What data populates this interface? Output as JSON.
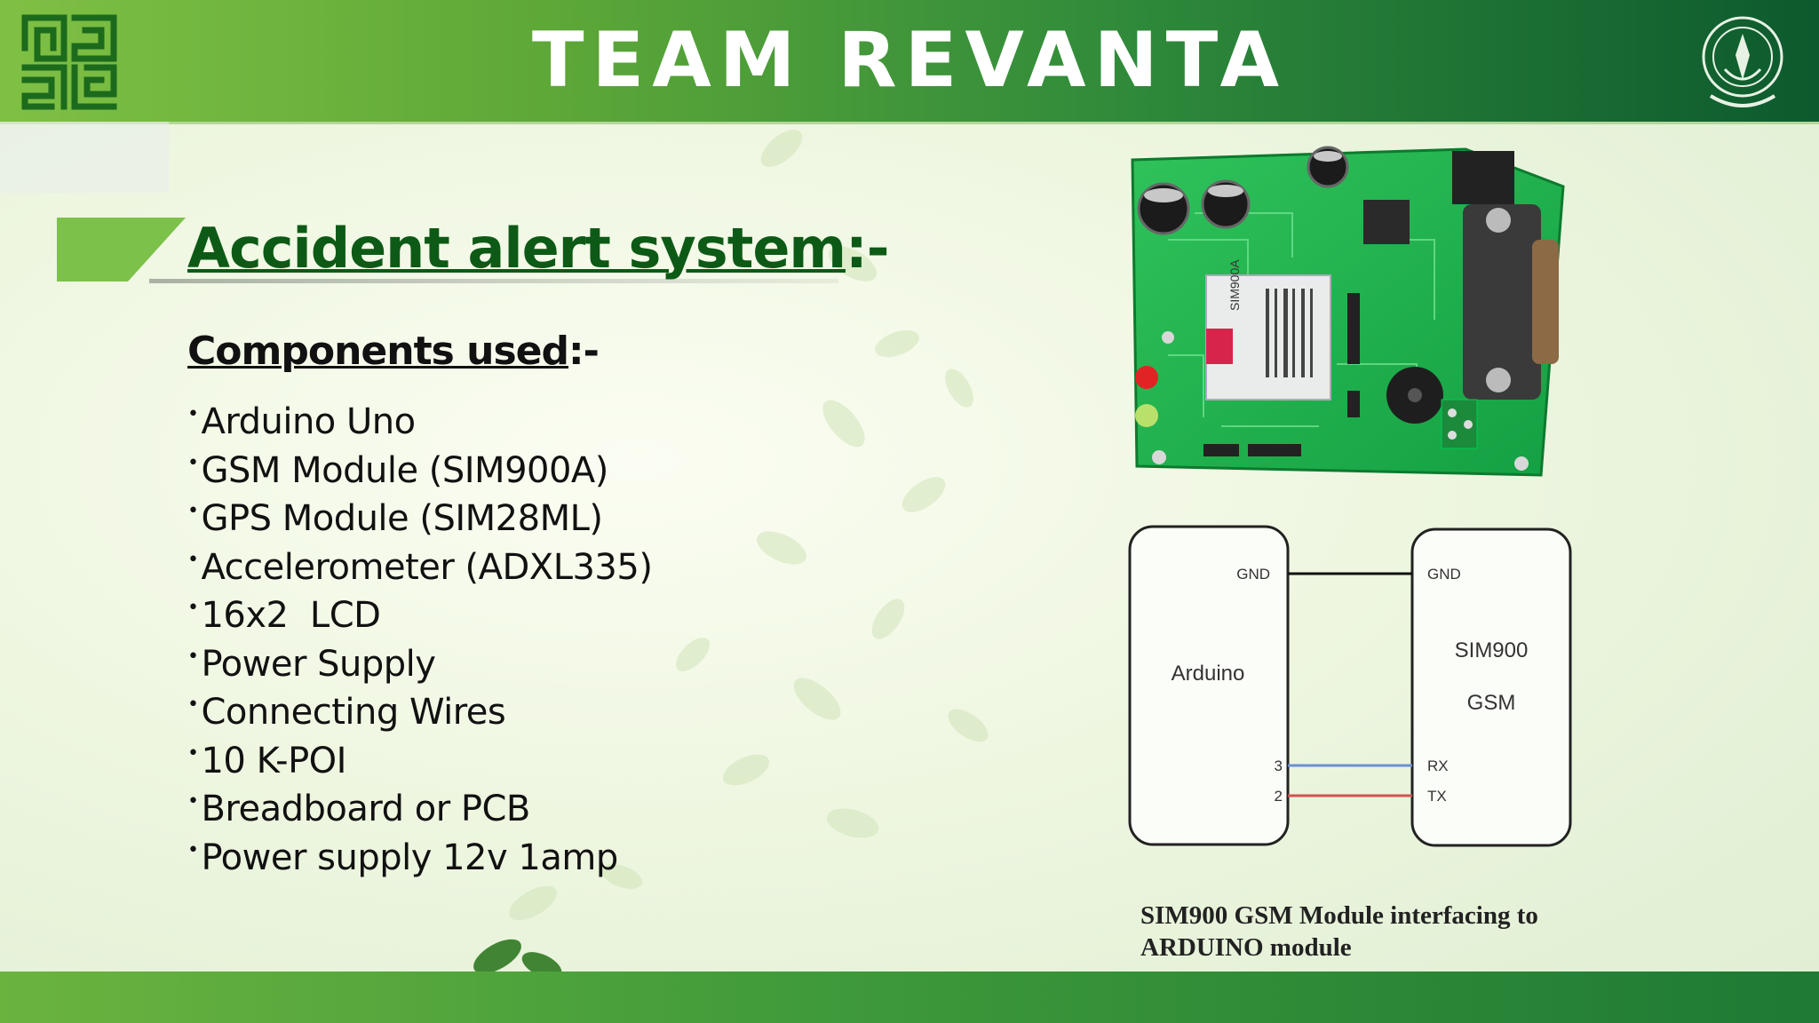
{
  "header": {
    "title": "TEAM REVANTA",
    "logo_left": "maze-pattern-logo",
    "logo_right": "institute-emblem"
  },
  "content": {
    "heading": "Accident alert system",
    "heading_suffix": ":-",
    "subheading": "Components used",
    "subheading_suffix": ":-",
    "bullet": "•",
    "components": [
      "Arduino Uno",
      "GSM Module (SIM900A)",
      "GPS Module (SIM28ML)",
      "Accelerometer (ADXL335)",
      "16x2  LCD",
      "Power Supply",
      "Connecting Wires",
      "10 K-POI",
      "Breadboard or PCB",
      "Power supply 12v 1amp"
    ]
  },
  "images": {
    "gsm_module_photo": "sim900a-gsm-module-board",
    "chip_label": "SIM900A"
  },
  "diagram": {
    "left_box_label": "Arduino",
    "right_box_line1": "SIM900",
    "right_box_line2": "GSM",
    "left_gnd": "GND",
    "right_gnd": "GND",
    "pin_3": "3",
    "pin_2": "2",
    "rx": "RX",
    "tx": "TX",
    "caption_line1": "SIM900 GSM Module interfacing to",
    "caption_line2": "ARDUINO module"
  },
  "colors": {
    "header_light": "#7fc044",
    "header_dark": "#0d5a2e",
    "heading_green": "#0d5a16",
    "rx_wire": "#6b8fd6",
    "tx_wire": "#d65050"
  }
}
